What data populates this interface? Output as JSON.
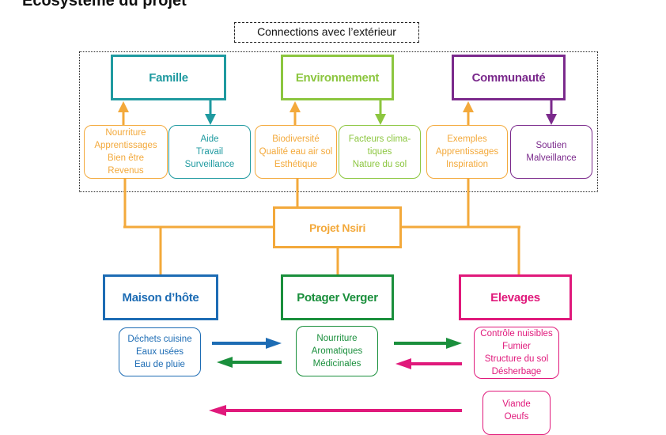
{
  "title": "Ecosystème du projet",
  "exterior_label": "Connections avec l’extérieur",
  "colors": {
    "orange": "#f3a93b",
    "teal": "#1f9aa0",
    "lime": "#8cc63f",
    "purple": "#7b2a8c",
    "blue": "#1d6cb4",
    "green": "#1a8f3c",
    "magenta": "#e0197b"
  },
  "external": {
    "famille": {
      "title": "Famille",
      "gives": [
        "Nourriture",
        "Apprentissages",
        "Bien être",
        "Revenus"
      ],
      "receives": [
        "Aide",
        "Travail",
        "Surveillance"
      ]
    },
    "environnement": {
      "title": "Environnement",
      "gives": [
        "Biodiversité",
        "Qualité eau air sol",
        "Esthétique"
      ],
      "receives": [
        "Facteurs clima-",
        "tiques",
        "Nature du sol"
      ]
    },
    "communaute": {
      "title": "Communauté",
      "gives": [
        "Exemples",
        "Apprentissages",
        "Inspiration"
      ],
      "receives": [
        "Soutien",
        "Malveillance"
      ]
    }
  },
  "project": "Projet Nsiri",
  "internal": {
    "maison": {
      "title": "Maison d’hôte",
      "items": [
        "Déchets cuisine",
        "Eaux usées",
        "Eau de pluie"
      ]
    },
    "potager": {
      "title": "Potager Verger",
      "items": [
        "Nourriture",
        "Aromatiques",
        "Médicinales"
      ]
    },
    "elevages": {
      "title": "Elevages",
      "items": [
        "Contrôle nuisibles",
        "Fumier",
        "Structure du sol",
        "Désherbage"
      ],
      "products": [
        "Viande",
        "Oeufs"
      ]
    }
  }
}
